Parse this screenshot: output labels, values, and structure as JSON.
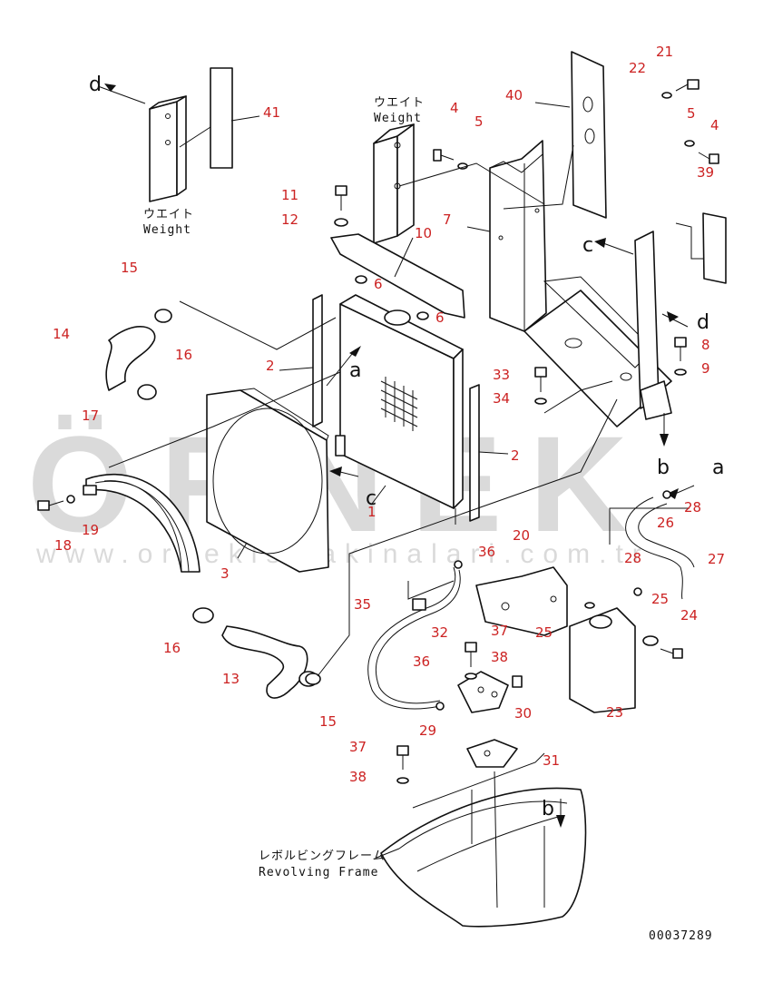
{
  "diagram": {
    "drawing_number": "00037289",
    "watermark": {
      "brand": "ÖRNEK",
      "url": "www.ornekismakinalari.com.tr"
    },
    "labels": {
      "weight_jp": "ウエイト",
      "weight_en": "Weight",
      "frame_jp": "レボルビングフレーム",
      "frame_en": "Revolving Frame"
    },
    "letters": {
      "a": "a",
      "b": "b",
      "c": "c",
      "d": "d"
    },
    "parts": [
      "1",
      "2",
      "3",
      "4",
      "5",
      "6",
      "7",
      "8",
      "9",
      "10",
      "11",
      "12",
      "13",
      "14",
      "15",
      "16",
      "17",
      "18",
      "19",
      "20",
      "21",
      "22",
      "23",
      "24",
      "25",
      "26",
      "27",
      "28",
      "29",
      "30",
      "31",
      "32",
      "33",
      "34",
      "35",
      "36",
      "37",
      "38",
      "39",
      "40",
      "41"
    ]
  }
}
